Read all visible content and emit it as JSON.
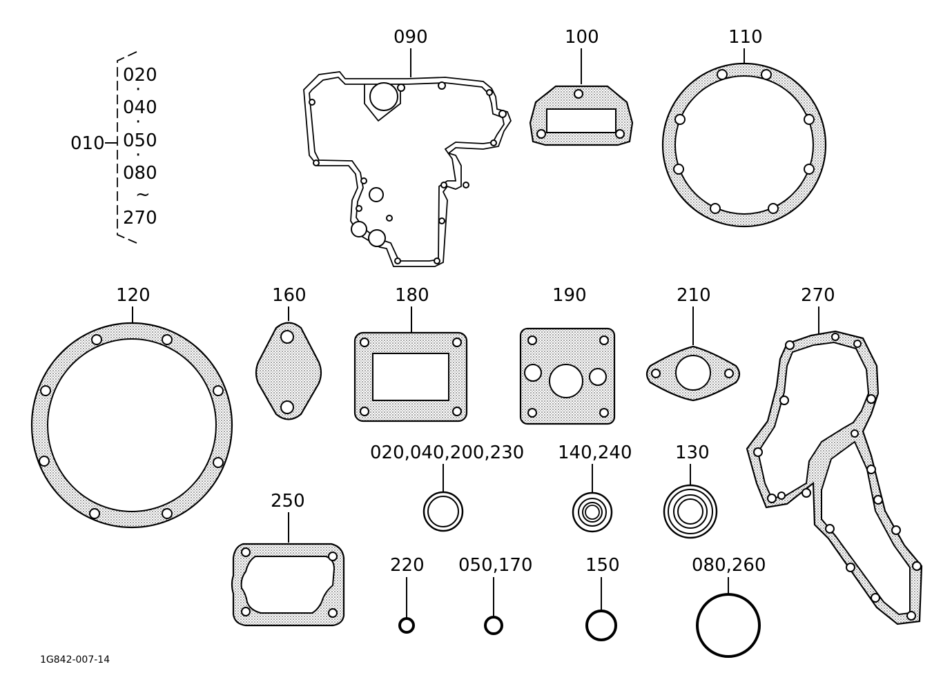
{
  "drawing_id": "1G842-007-14",
  "kit_group": {
    "main": "010",
    "members": [
      "020",
      "040",
      "050",
      "080"
    ],
    "range_sep": "~",
    "last": "270"
  },
  "labels": {
    "p090": "090",
    "p100": "100",
    "p110": "110",
    "p120": "120",
    "p160": "160",
    "p180": "180",
    "p190": "190",
    "p210": "210",
    "p270": "270",
    "p250": "250",
    "seal_a": "020,040,200,230",
    "seal_b": "140,240",
    "seal_c": "130",
    "ring_220": "220",
    "ring_050": "050,170",
    "ring_150": "150",
    "ring_080": "080,260"
  }
}
